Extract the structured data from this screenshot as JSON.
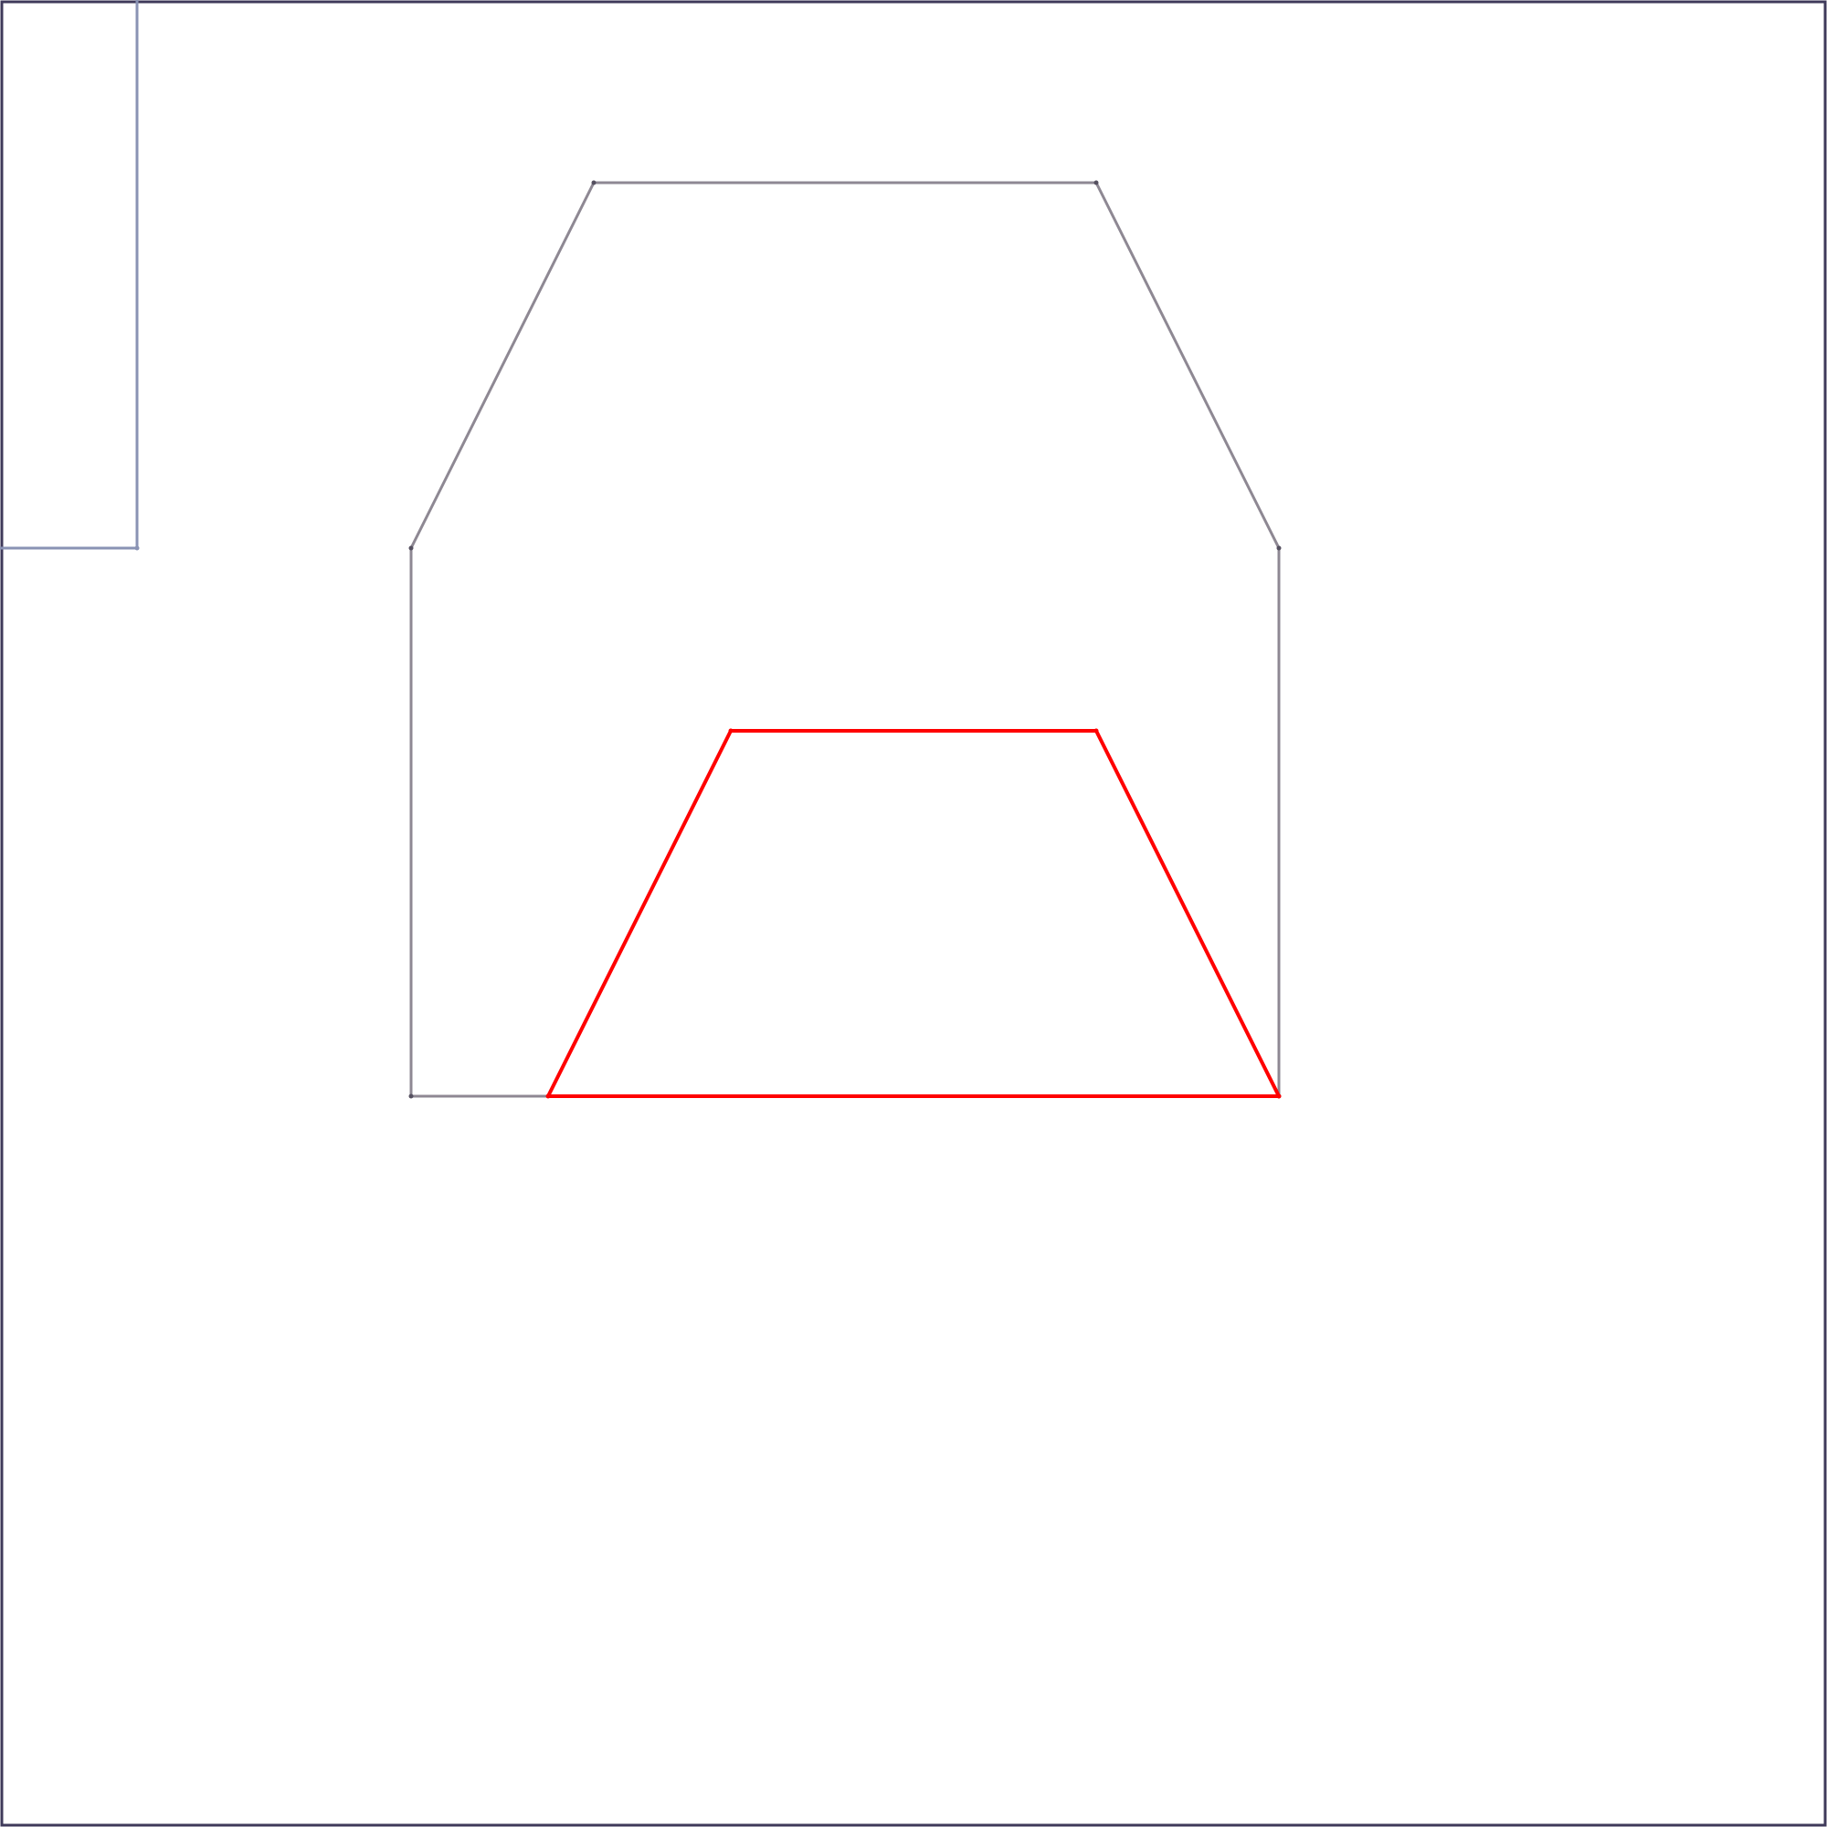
{
  "diagram": {
    "grid_units": 20,
    "colors": {
      "frame": "#3f3a5a",
      "panel": "#8a93b4",
      "outer_shape": "#8e8893",
      "vertex": "#555060",
      "highlight": "#ff0000"
    },
    "panel": {
      "points": [
        [
          0,
          0
        ],
        [
          1.5,
          0
        ],
        [
          1.5,
          6
        ],
        [
          0,
          6
        ]
      ]
    },
    "outer_shape": {
      "points": [
        [
          6.5,
          2
        ],
        [
          12,
          2
        ],
        [
          14,
          6
        ],
        [
          14,
          12
        ],
        [
          4.5,
          12
        ],
        [
          4.5,
          6
        ]
      ]
    },
    "highlight_shape": {
      "points": [
        [
          8,
          8
        ],
        [
          12,
          8
        ],
        [
          14,
          12
        ],
        [
          6,
          12
        ]
      ]
    }
  }
}
